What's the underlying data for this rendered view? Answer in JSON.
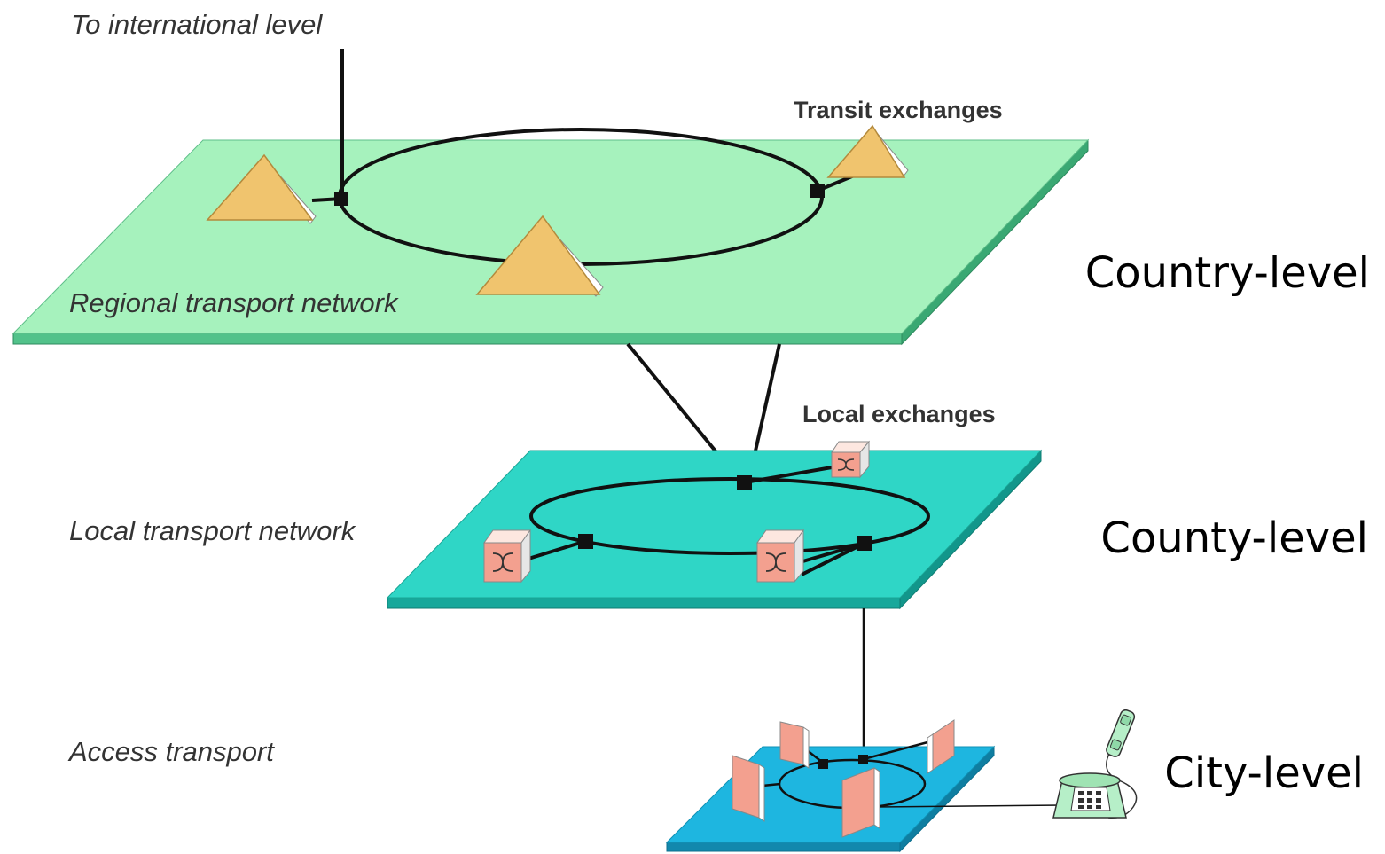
{
  "labels": {
    "international": "To  international  level",
    "transit": "Transit exchanges",
    "regional": "Regional transport network",
    "local_exchanges": "Local exchanges",
    "local_network": "Local transport network",
    "access": "Access transport"
  },
  "levels": {
    "country": "Country-level",
    "county": "County-level",
    "city": "City-level"
  },
  "colors": {
    "regional_plane": "#a6f2bd",
    "regional_edge": "#52c28a",
    "local_plane": "#2fd6c6",
    "local_edge": "#17a89b",
    "access_plane": "#1eb6e0",
    "access_edge": "#1288ad",
    "transit_exchange": "#f0c46e",
    "local_exchange": "#f3a08f",
    "access_node": "#f3a08f",
    "telephone": "#b6efc8"
  },
  "icons": {
    "transit_exchange": "triangle-icon",
    "local_exchange": "switch-box-icon",
    "access_node": "access-panel-icon",
    "telephone": "telephone-icon"
  }
}
